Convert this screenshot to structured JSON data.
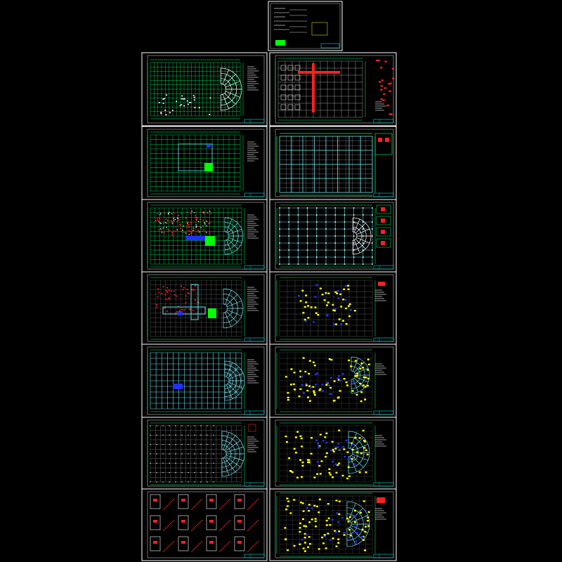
{
  "drawing_set": {
    "title": "",
    "background": "#000000",
    "colors": {
      "grid": "#00ff66",
      "beam": "#6fe0e8",
      "column": "#ffffff",
      "highlight_green": "#00ff00",
      "highlight_blue": "#2030ff",
      "highlight_red": "#ff2020",
      "rebar_yellow": "#ffff00",
      "titleblock": "#00e0e0"
    },
    "sheets": [
      {
        "id": "cover",
        "kind": "cover"
      },
      {
        "id": "s01",
        "kind": "foundation-plan"
      },
      {
        "id": "s02",
        "kind": "foundation-details"
      },
      {
        "id": "s03",
        "kind": "column-layout"
      },
      {
        "id": "s04",
        "kind": "grid-plan"
      },
      {
        "id": "s05",
        "kind": "column-reinforcement"
      },
      {
        "id": "s06",
        "kind": "column-grid"
      },
      {
        "id": "s07",
        "kind": "floor-framing"
      },
      {
        "id": "s08",
        "kind": "beam-reinforcement"
      },
      {
        "id": "s09",
        "kind": "roof-framing"
      },
      {
        "id": "s10",
        "kind": "slab-reinforcement"
      },
      {
        "id": "s11",
        "kind": "roof-grid"
      },
      {
        "id": "s12",
        "kind": "roof-reinforcement"
      },
      {
        "id": "s13",
        "kind": "stair-details"
      },
      {
        "id": "s14",
        "kind": "roof-slab-plan"
      }
    ]
  }
}
